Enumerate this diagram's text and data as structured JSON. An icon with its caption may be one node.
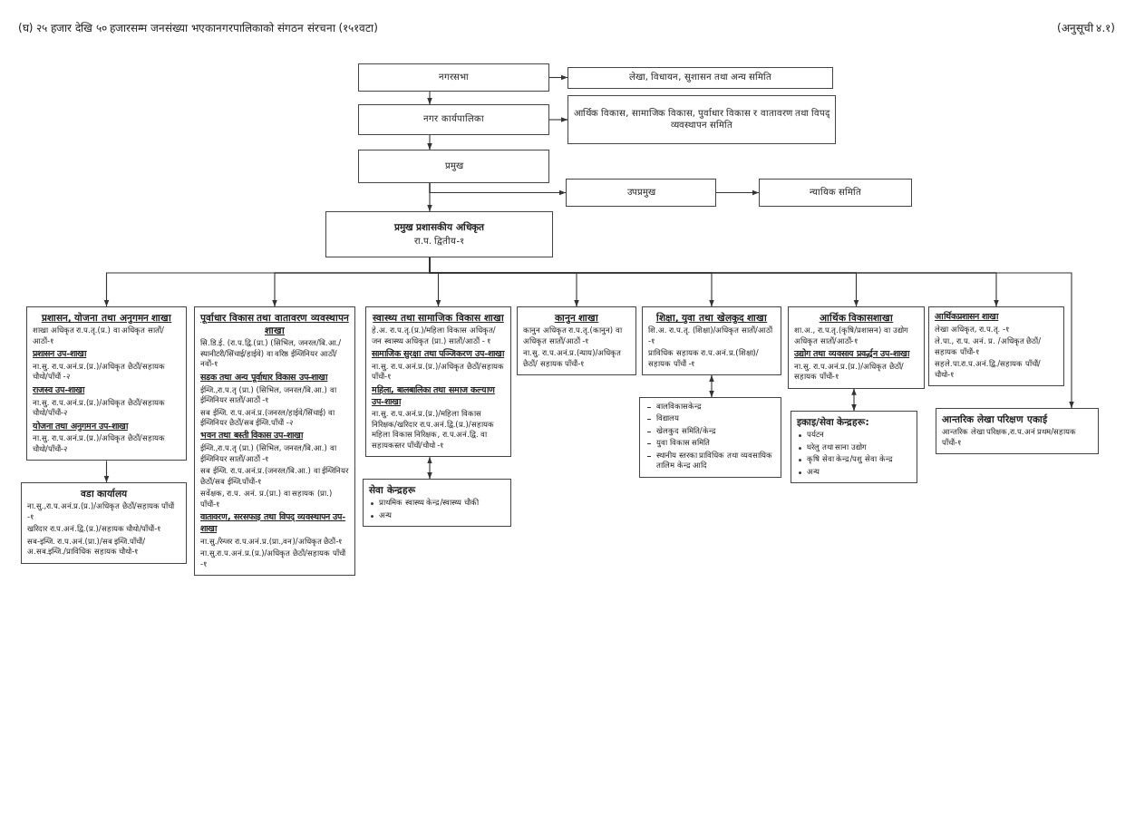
{
  "diagram": {
    "title": "(घ) २५ हजार देखि ५० हजारसम्म जनसंख्या भएकानगरपालिकाको संगठन संरचना  (१५१वटा)",
    "nodes": [
      {
        "text": [
          "नगरसभा"
        ]
      },
      {
        "text": [
          "लेखा, विधायन, सुशासन तथा अन्य समिति"
        ]
      },
      {
        "text": [
          "नगर कार्यपालिका"
        ]
      },
      {
        "text": [
          "आर्थिक विकास, सामाजिक विकास, पुर्वाधार विकास र वातावरण तथा विपद् व्यवस्थापन समिति"
        ]
      },
      {
        "text": [
          "प्रमुख"
        ]
      },
      {
        "text": [
          "उपप्रमुख"
        ]
      },
      {
        "text": [
          "न्यायिक समिति"
        ]
      },
      {
        "text": [
          "प्रमुख प्रशासकीय अधिकृत",
          "रा.प. द्वितीय-१"
        ]
      },
      {
        "text": [
          "प्रशासन, योजना तथा अनुगमन शाखा",
          "शाखा अधिकृत रा.प.तृ.(प्र.) वा अधिकृत सातौं/आठौं-१",
          "प्रशासन उप-शाखा",
          "ना.सु. रा.प.अनं.प्र.(प्र.)/अधिकृत छैठौं/सहायक चौथो/पाँचौं -२",
          "राजस्व उप-शाखा",
          "ना.सु. रा.प.अनं.प्र.(प्र.)/अधिकृत छैठौं/सहायक चौथो/पाँचौं-२",
          "योजना तथा अनुगमन उप-शाखा",
          "ना.सु. रा.प.अनं.प्र.(प्र.)/अधिकृत छैठौं/सहायक चौथो/पाँचौं-२"
        ]
      },
      {
        "text": [
          "वडा कार्यालय",
          "ना.सु.,रा.प.अनं.प्र.(प्र.)/अधिकृत छैठौं/सहायक पाँचौं -१",
          "खरिदार रा.प.अनं.द्वि.(प्र.)/सहायक चौथो/पाँचौं-१",
          "सब-इन्जि. रा.प.अनं.(प्रा.)/सब इन्जि.पाँचौं/अ.सब.इन्जि./प्राविधिक सहायक चौथो-१"
        ]
      },
      {
        "text": [
          "पूर्वाधार विकास तथा वातावरण व्यवस्थापन शाखा",
          "सि.डि.ई. (रा.प.द्वि.(प्रा.) (सिभिल, जनरल/बि.आ./स्यानीटरी/सिंचाई/हाईवे) वा वरिष्ठ ईन्जिनियर आठौं/नवौं-१",
          "सडक तथा अन्य पूर्वाधार विकास उप-शाखा",
          "ईन्जि.,रा.प.तृ (प्रा.) (सिभिल, जनरल/बि.आ.) वा ईन्जिनियर सातौं/आठौं -१",
          "सब ईन्जि. रा.प.अनं.प्र.(जनरल/हाईवे/सिंचाई) वा ईन्जिनियर छैठौं/सब ईन्जि.पाँचौं -२",
          "भवन तथा बस्ती विकास उप-शाखा",
          "ईन्जि.,रा.प.तृ (प्रा.) (सिभिल, जनरल/बि.आ.) वा ईन्जिनियर सातौं/आठौं -१",
          "सब ईन्जि. रा.प.अनं.प्र.(जनरल/बि.आ.) वा ईन्जिनियर छैठौं/सब ईन्जि.पाँचौं-१",
          "सर्वेक्षक, रा.प. अनं. प्र.(प्रा.) वा सहायक (प्रा.) पाँचौं-१",
          "वातावरण, सरसफाइ तथा विपद् व्यवस्थापन उप-शाखा",
          "ना.सु./रेन्जर रा.प.अनं.प्र.(प्रा.,वन)/अधिकृत छैठौं-१",
          "ना.सु.रा.प.अनं.प्र.(प्र.)/अधिकृत छैठौं/सहायक पाँचौं -१"
        ]
      },
      {
        "text": [
          "स्वास्थ्य तथा सामाजिक विकास शाखा",
          "हे.अ. रा.प.तृ.(प्र.)/महिला विकास अधिकृत/जन स्वास्थ्य अधिकृत (प्रा.) सातौं/आठौं - १",
          "सामाजिक सुरक्षा तथा पञ्जिकरण उप-शाखा",
          "ना.सु. रा.प.अनं.प्र.(प्र.)/अधिकृत छैठौं/सहायक पाँचौं-१",
          "महिला, बालबालिका तथा समाज कल्याण उप-शाखा",
          "ना.सु. रा.प.अनं.प्र.(प्र.)/महिला विकास निरिक्षक/खरिदार रा.प.अनं.द्वि.(प्र.)/सहायक महिला विकास निरिक्षक, रा.प.अनं.द्वि. वा सहायकस्तर पाँचौं/चौथो -१"
        ]
      },
      {
        "text": [
          "सेवा केन्द्रहरू",
          "प्राथमिक स्वास्थ्य केन्द्र/स्वास्थ्य चौकी",
          "अन्य"
        ]
      },
      {
        "text": [
          "कानुन शाखा",
          "कानुन अधिकृत रा.प.तृ.(कानुन) वा अधिकृत सातौं/आठौं -१",
          "ना.सु. रा.प.अनं.प्र.(न्याय)/अधिकृत छैठौं/ सहायक पाँचौं-१"
        ]
      },
      {
        "text": [
          "शिक्षा, युवा तथा खेलकुद शाखा",
          "शि.अ. रा.प.तृ. (शिक्षा)/अधिकृत सातौं/आठौं -१",
          "प्राविधिक सहायक रा.प.अनं.प्र.(शिक्षा)/सहायक पाँचौं -१"
        ]
      },
      {
        "text": [
          "बालविकासकेन्द्र",
          "विद्यालय",
          "खेलकुद समिति/केन्द्र",
          "युवा विकास समिति",
          "स्थानीय स्तरका प्राविधिक तथा व्यवसायिक तालिम केन्द्र आदि"
        ]
      },
      {
        "text": [
          "आर्थिक विकासशाखा",
          "शा.अ., रा.प.तृ.(कृषि/प्रशासन) वा उद्योग अधिकृत सातौं/आठौं-१",
          "उद्योग तथा व्यवसाय प्रवर्द्धन उप-शाखा",
          "ना.सु. रा.प.अनं.प्र.(प्र.)/अधिकृत छैठौं/सहायक पाँचौं-१"
        ]
      },
      {
        "text": [
          "इकाइ/सेवा केन्द्रहरू:",
          "पर्यटन",
          "घरेलु तथा साना उद्योग",
          "कृषि सेवा केन्द्र/पशु सेवा केन्द्र",
          "अन्य"
        ]
      },
      {
        "text": [
          "आर्थिकप्रशासन शाखा",
          "लेखा अधिकृत, रा.प.तृ. -१",
          "ले.पा., रा.प. अनं. प्र. /अधिकृत छैठौं/ सहायक पाँचौं-१",
          "सहले.पा.रा.प.अनं.द्वि./सहायक पाँचौं/चौथो-१"
        ]
      },
      {
        "text": [
          "आन्तरिक लेखा परिक्षण एकाई",
          "आन्तरिक लेखा परिक्षक,रा.प.अनं प्रथम/सहायक पाँचौं-१"
        ]
      }
    ],
    "edges": [
      {
        "from": 0,
        "to": 1,
        "arrow": "to"
      },
      {
        "from": 0,
        "to": 2,
        "arrow": "to"
      },
      {
        "from": 2,
        "to": 3,
        "arrow": "to"
      },
      {
        "from": 2,
        "to": 4,
        "arrow": "to"
      },
      {
        "from": 4,
        "to": 5,
        "arrow": "to"
      },
      {
        "from": 5,
        "to": 6,
        "arrow": "to"
      },
      {
        "from": 4,
        "to": 7,
        "arrow": "to"
      },
      {
        "from": 7,
        "to": 8,
        "arrow": "to"
      },
      {
        "from": 7,
        "to": 10,
        "arrow": "to"
      },
      {
        "from": 7,
        "to": 11,
        "arrow": "to"
      },
      {
        "from": 7,
        "to": 13,
        "arrow": "to"
      },
      {
        "from": 7,
        "to": 14,
        "arrow": "to"
      },
      {
        "from": 7,
        "to": 16,
        "arrow": "to"
      },
      {
        "from": 7,
        "to": 18,
        "arrow": "to"
      },
      {
        "from": 7,
        "to": 19,
        "arrow": "to"
      },
      {
        "from": 8,
        "to": 9,
        "arrow": "to"
      },
      {
        "from": 11,
        "to": 12,
        "arrow": "both"
      },
      {
        "from": 14,
        "to": 15,
        "arrow": "both"
      },
      {
        "from": 16,
        "to": 17,
        "arrow": "both"
      }
    ],
    "labels": [
      "(अनुसूची ४.१)"
    ]
  }
}
